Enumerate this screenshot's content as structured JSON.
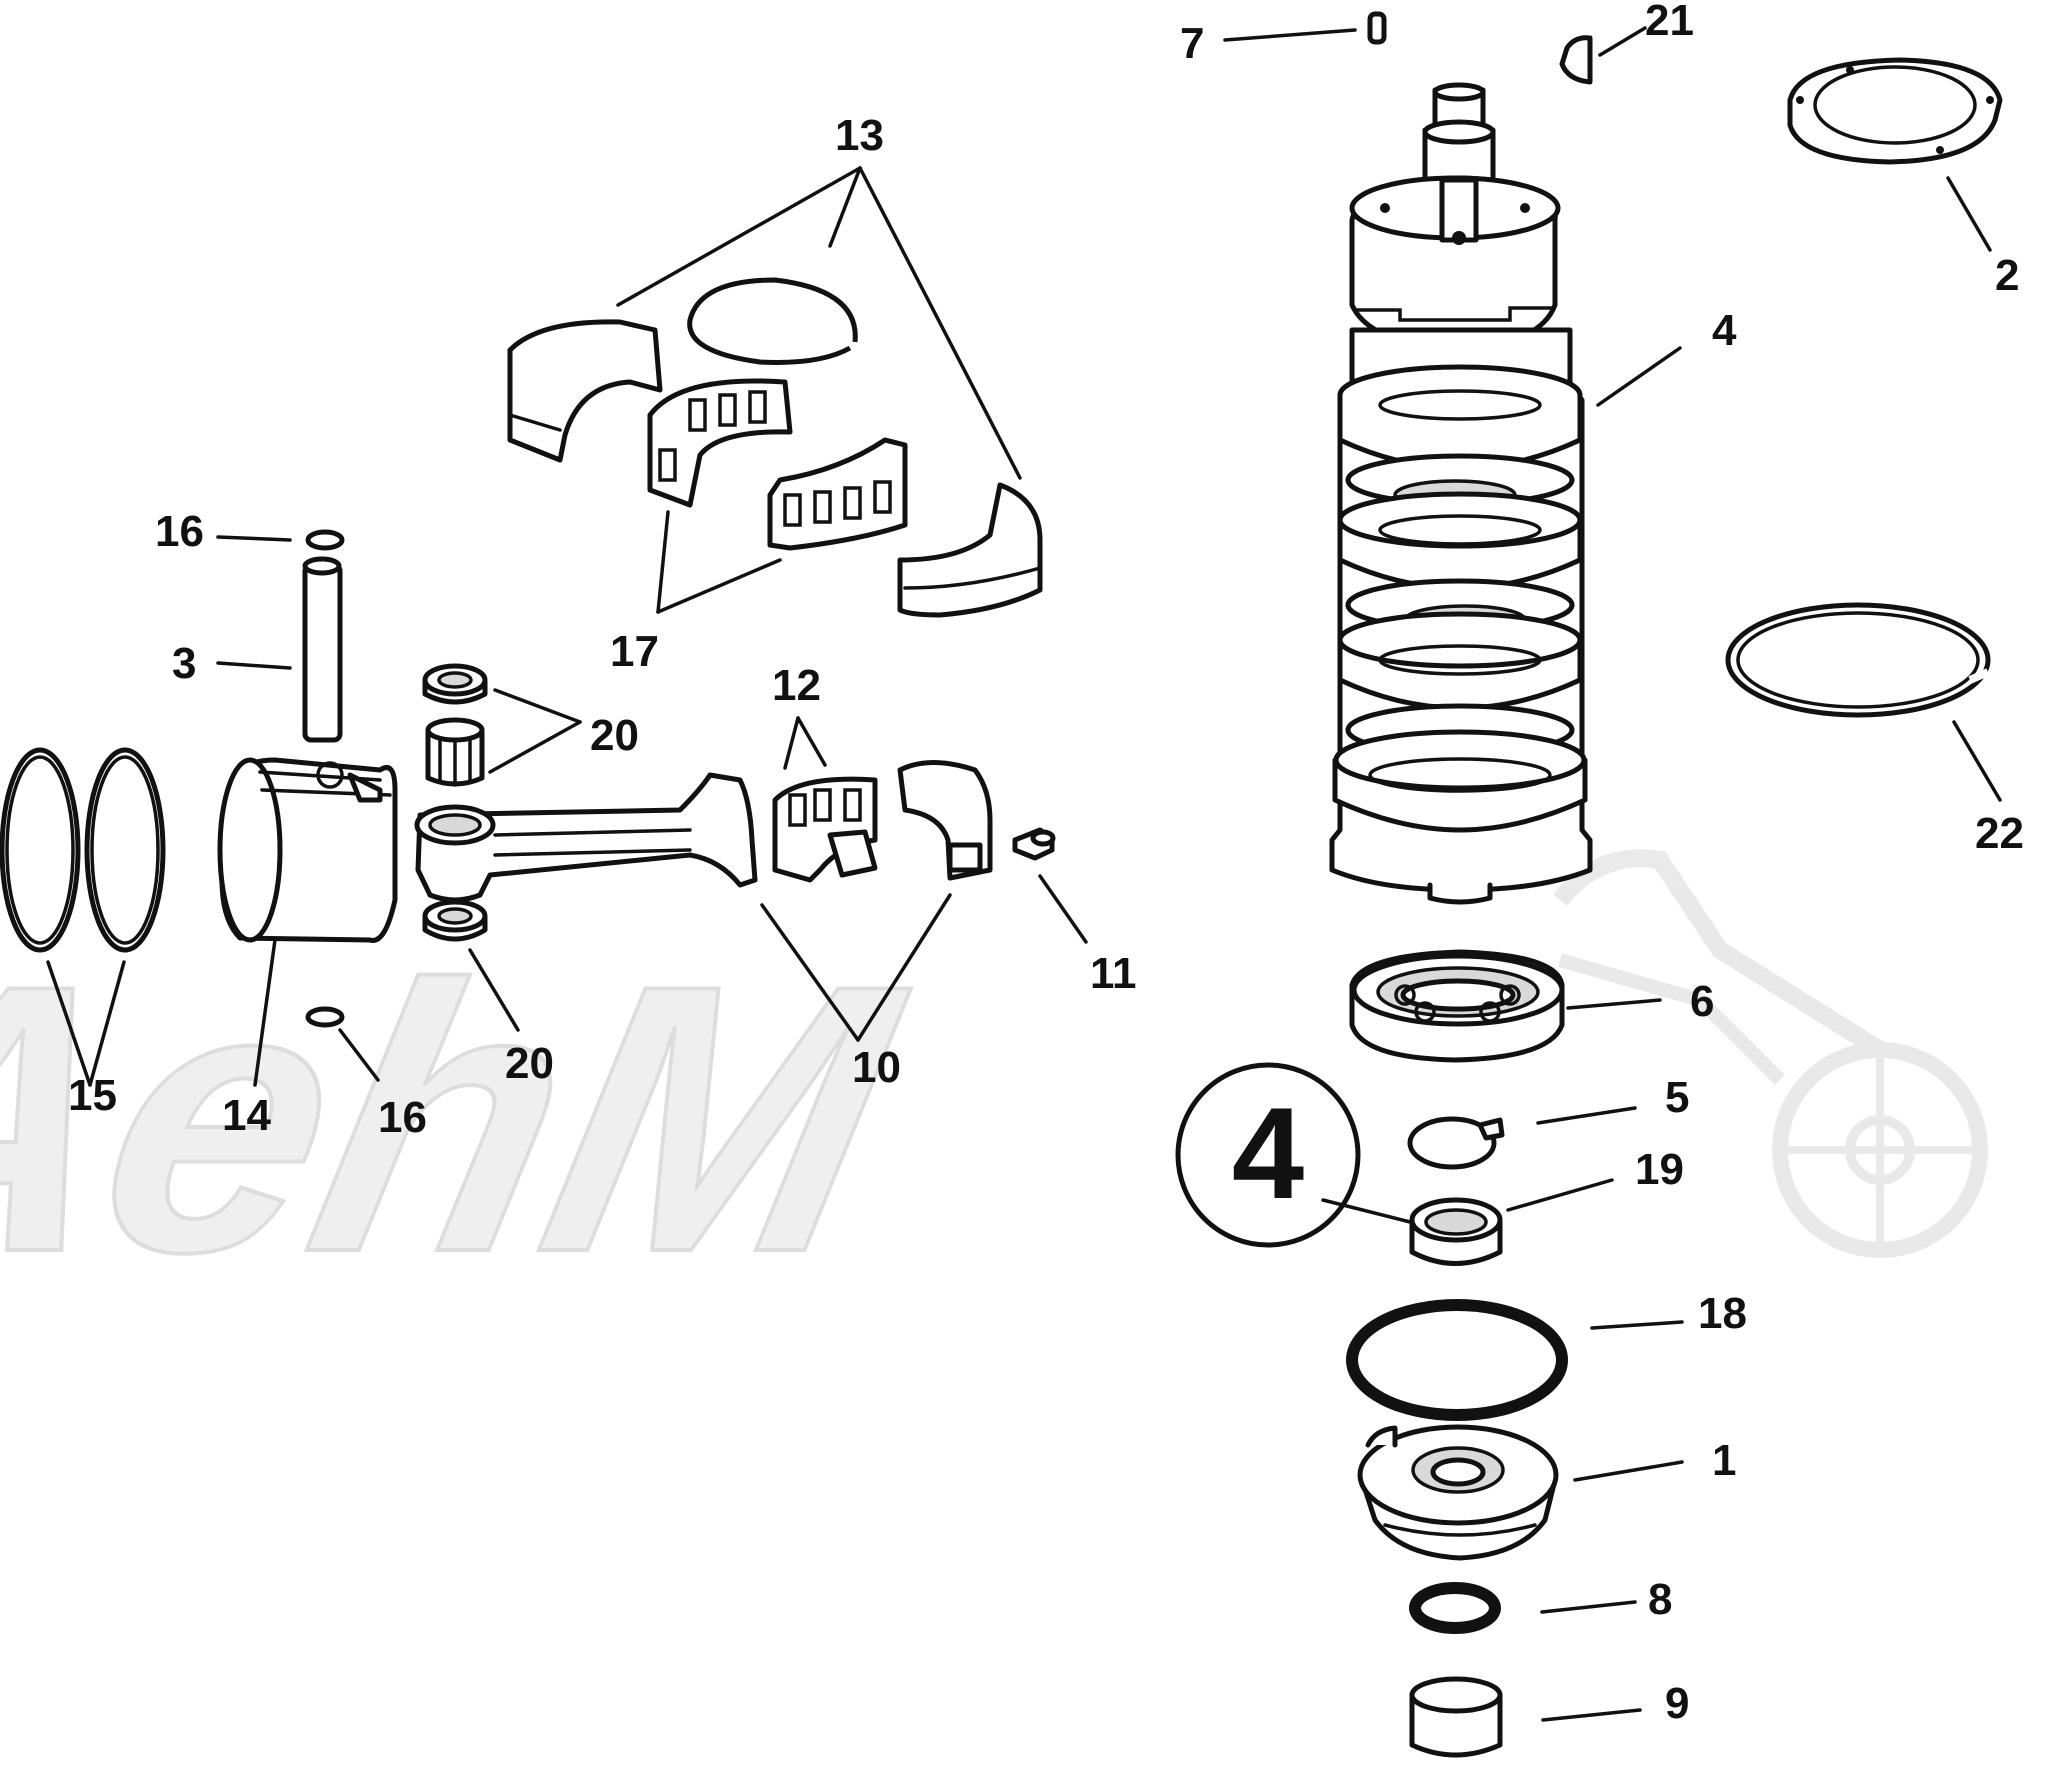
{
  "watermark": {
    "text": "AehM",
    "color": "#e4e4e4"
  },
  "labels": {
    "l1": "1",
    "l2": "2",
    "l3": "3",
    "l4": "4",
    "l5": "5",
    "l6": "6",
    "l7": "7",
    "l8": "8",
    "l9": "9",
    "l10": "10",
    "l11": "11",
    "l12": "12",
    "l13": "13",
    "l14": "14",
    "l15": "15",
    "l16a": "16",
    "l16b": "16",
    "l17": "17",
    "l18": "18",
    "l19": "19",
    "l20a": "20",
    "l20b": "20",
    "l21": "21",
    "l22": "22"
  },
  "lubricant_symbol": "4",
  "colors": {
    "line": "#111111",
    "paper": "#ffffff",
    "watermark": "#e4e4e4"
  }
}
